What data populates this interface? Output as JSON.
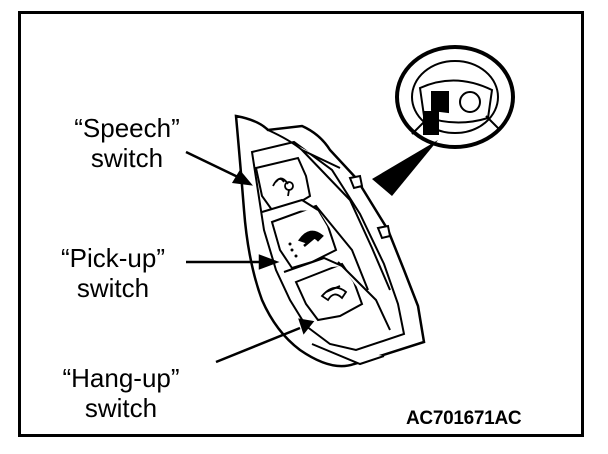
{
  "labels": {
    "speech": {
      "name": "“Speech”",
      "word": "switch"
    },
    "pickup": {
      "name": "“Pick-up”",
      "word": "switch"
    },
    "hangup": {
      "name": "“Hang-up”",
      "word": "switch"
    }
  },
  "figure_code": "AC701671AC",
  "icons": {
    "speech_button": "voice-command-icon",
    "pickup_button": "phone-pickup-icon",
    "hangup_button": "phone-hangup-icon",
    "wheel": "steering-wheel-icon"
  },
  "colors": {
    "ink": "#000000",
    "paper": "#ffffff"
  }
}
